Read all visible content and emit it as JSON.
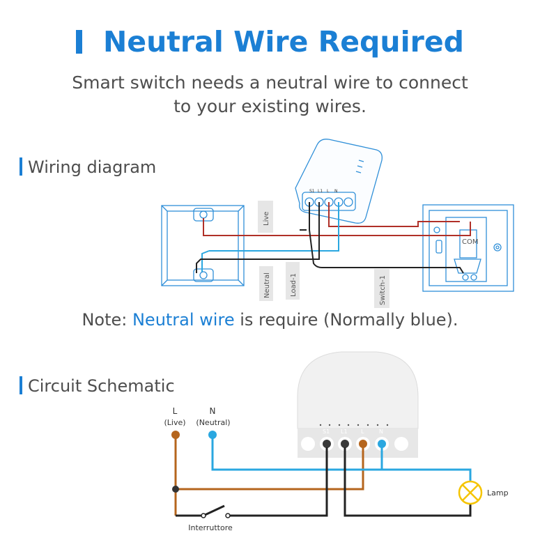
{
  "header": {
    "title": "Neutral Wire Required",
    "subtitle_line1": "Smart switch needs a neutral wire to connect",
    "subtitle_line2": "to your existing wires."
  },
  "wiring": {
    "heading": "Wiring diagram",
    "labels": {
      "live": "Live",
      "neutral": "Neutral",
      "load": "Load-1",
      "switch": "Switch-1",
      "com": "COM"
    },
    "terminals": [
      "S1",
      "L1",
      "L",
      "N"
    ]
  },
  "note": {
    "prefix": "Note: ",
    "highlight": "Neutral wire",
    "suffix": " is require (Normally blue)."
  },
  "schematic": {
    "heading": "Circuit Schematic",
    "live_label": "L",
    "live_sub": "(Live)",
    "neutral_label": "N",
    "neutral_sub": "(Neutral)",
    "lamp_label": "Lamp",
    "switch_label": "Interruttore",
    "terminals": [
      "S1",
      "L1",
      "L",
      "N"
    ]
  },
  "colors": {
    "accent": "#1b7fd4",
    "live": "#b5651d",
    "neutral": "#2aa7e0",
    "wire_dark": "#222222",
    "lamp": "#f5c400"
  }
}
